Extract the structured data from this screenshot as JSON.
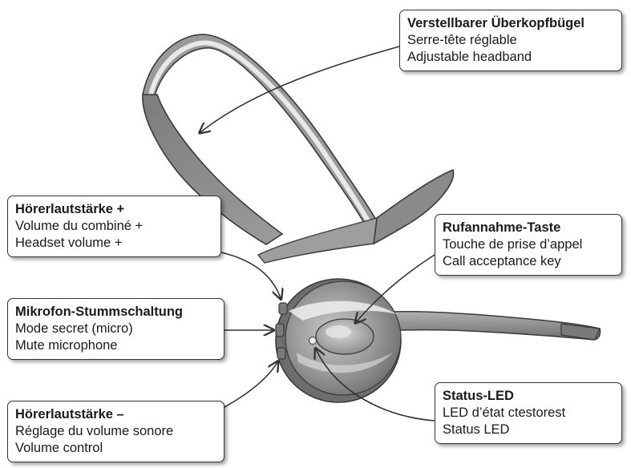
{
  "callouts": {
    "headband": {
      "title": "Verstellbarer Überkopfbügel",
      "fr": "Serre-tête réglable",
      "en": "Adjustable headband"
    },
    "volume_up": {
      "title": "Hörerlautstärke +",
      "fr": "Volume du combiné +",
      "en": "Headset volume +"
    },
    "call_key": {
      "title": "Rufannahme-Taste",
      "fr": "Touche de prise d’appel",
      "en": "Call acceptance key"
    },
    "mute": {
      "title": "Mikrofon-Stummschaltung",
      "fr": "Mode secret (micro)",
      "en": "Mute microphone"
    },
    "status_led": {
      "title": "Status-LED",
      "fr": "LED d’état ctestorest",
      "en": "Status LED"
    },
    "volume_down": {
      "title": "Hörerlautstärke –",
      "fr": "Réglage du volume sonore",
      "en": "Volume control"
    }
  },
  "colors": {
    "headset_body": "#8a8a8a",
    "headset_dark": "#5e5e5e",
    "headset_light": "#cfcfcf",
    "headband_stripe": "#e8e8e8",
    "outline": "#3a3a3a",
    "arrow": "#333333"
  }
}
